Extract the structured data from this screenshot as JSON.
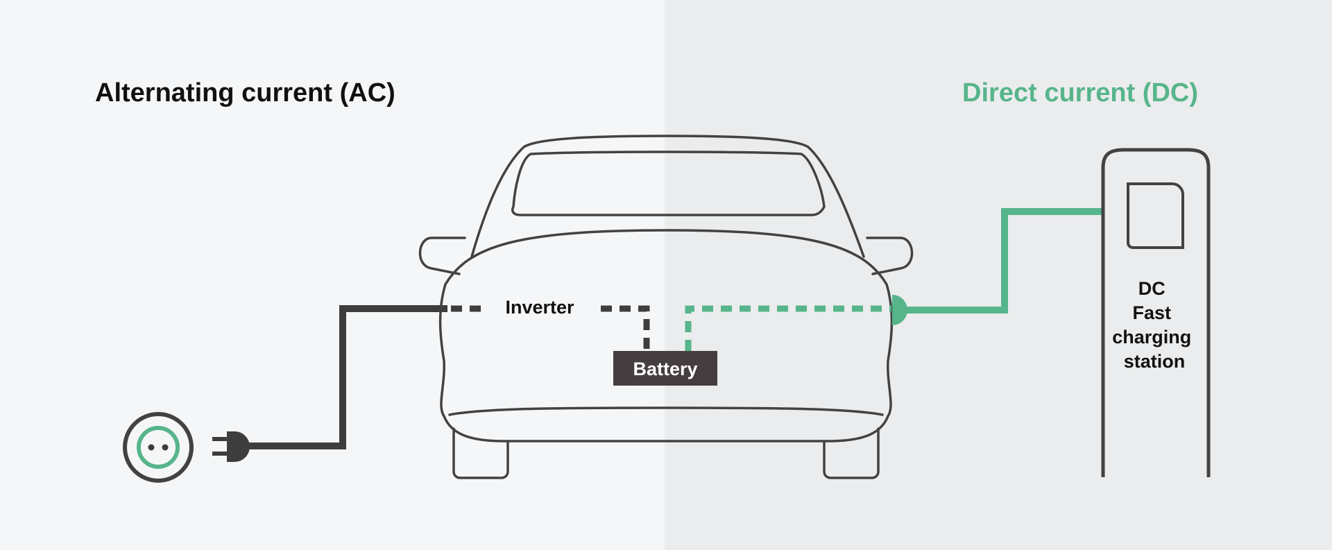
{
  "headings": {
    "ac": "Alternating current (AC)",
    "dc": "Direct current (DC)"
  },
  "labels": {
    "inverter": "Inverter",
    "battery": "Battery",
    "station": [
      "DC",
      "Fast",
      "charging",
      "station"
    ]
  },
  "colors": {
    "left_bg": "#f5f6f7",
    "right_bg": "#ebeced",
    "outline": "#424242",
    "ac_line": "#3d3d3d",
    "dc_accent": "#57b58b",
    "battery_fill": "#463d41",
    "text": "#111111",
    "battery_text": "#ffffff"
  },
  "icons": {
    "outlet": "power-outlet-icon",
    "plug": "power-plug-icon"
  }
}
